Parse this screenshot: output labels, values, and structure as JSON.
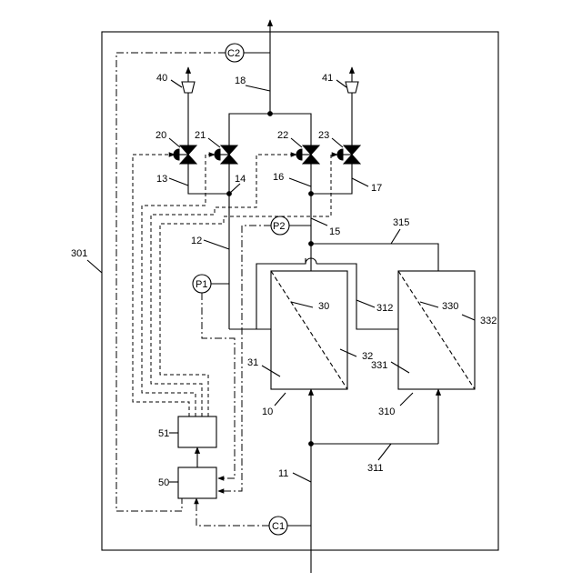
{
  "labels": {
    "system": "301",
    "controller_top": "51",
    "controller_bottom": "50",
    "conc_sensor_top": "C2",
    "conc_sensor_bottom": "C1",
    "pressure_1": "P1",
    "pressure_2": "P2",
    "valve_20": "20",
    "valve_21": "21",
    "valve_22": "22",
    "valve_23": "23",
    "outlet_40": "40",
    "outlet_41": "41",
    "line_18": "18",
    "line_13": "13",
    "line_14": "14",
    "line_16": "16",
    "line_17": "17",
    "line_12": "12",
    "line_15": "15",
    "line_315": "315",
    "line_312": "312",
    "line_311": "311",
    "line_11": "11",
    "membrane_30": "30",
    "membrane_330": "330",
    "chamber_31": "31",
    "chamber_32": "32",
    "chamber_331": "331",
    "chamber_332": "332",
    "module_10": "10",
    "module_310": "310"
  }
}
